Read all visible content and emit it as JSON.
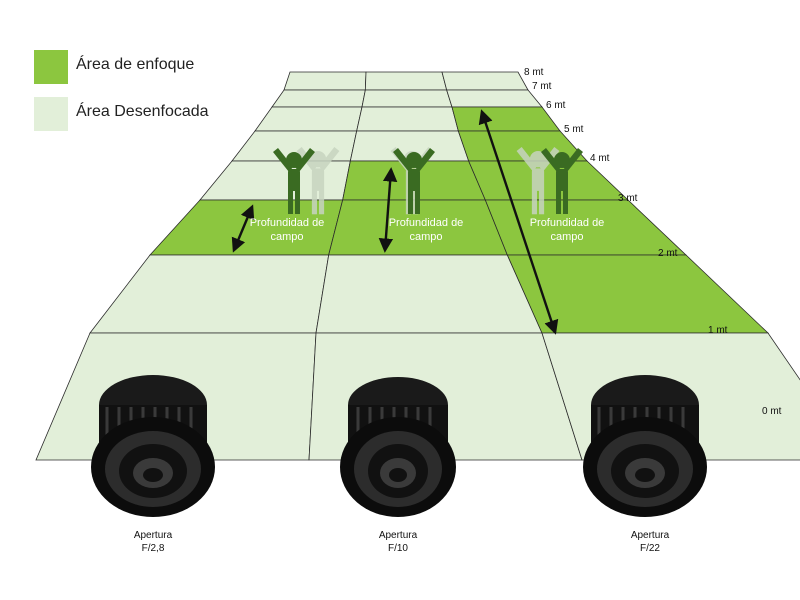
{
  "legend": {
    "focus": {
      "label": "Área de enfoque",
      "color": "#8cc63f"
    },
    "unfocus": {
      "label": "Área Desenfocada",
      "color": "#e2efd9"
    }
  },
  "distances": [
    "8 mt",
    "7 mt",
    "6 mt",
    "5 mt",
    "4 mt",
    "3 mt",
    "2 mt",
    "1 mt",
    "0 mt"
  ],
  "depth_label": "Profundidad de campo",
  "apertures": [
    {
      "line1": "Apertura",
      "line2": "F/2,8"
    },
    {
      "line1": "Apertura",
      "line2": "F/10"
    },
    {
      "line1": "Apertura",
      "line2": "F/22"
    }
  ],
  "colors": {
    "grid_line": "#2b2b2b",
    "person": "#3a6b22",
    "person_ghost": "#c7d4c0",
    "lens_body": "#111111",
    "arrow": "#111111"
  },
  "icons": [
    "person-figure-icon",
    "double-arrow-icon",
    "camera-lens-icon"
  ]
}
